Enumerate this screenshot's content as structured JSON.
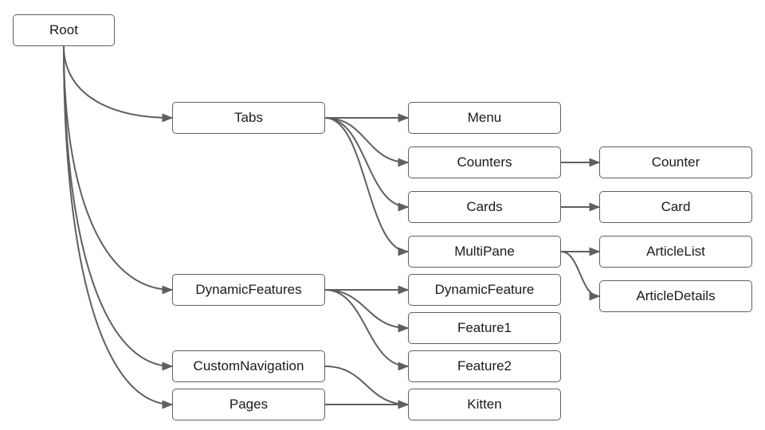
{
  "nodes": {
    "root": "Root",
    "tabs": "Tabs",
    "dynamic_features": "DynamicFeatures",
    "custom_navigation": "CustomNavigation",
    "pages": "Pages",
    "menu": "Menu",
    "counters": "Counters",
    "cards": "Cards",
    "multipane": "MultiPane",
    "dynamic_feature": "DynamicFeature",
    "feature1": "Feature1",
    "feature2": "Feature2",
    "kitten": "Kitten",
    "counter": "Counter",
    "card": "Card",
    "article_list": "ArticleList",
    "article_details": "ArticleDetails"
  },
  "edges": [
    [
      "root",
      "tabs"
    ],
    [
      "root",
      "dynamic_features"
    ],
    [
      "root",
      "custom_navigation"
    ],
    [
      "root",
      "pages"
    ],
    [
      "tabs",
      "menu"
    ],
    [
      "tabs",
      "counters"
    ],
    [
      "tabs",
      "cards"
    ],
    [
      "tabs",
      "multipane"
    ],
    [
      "dynamic_features",
      "dynamic_feature"
    ],
    [
      "dynamic_features",
      "feature1"
    ],
    [
      "dynamic_features",
      "feature2"
    ],
    [
      "custom_navigation",
      "kitten"
    ],
    [
      "pages",
      "kitten"
    ],
    [
      "counters",
      "counter"
    ],
    [
      "cards",
      "card"
    ],
    [
      "multipane",
      "article_list"
    ],
    [
      "multipane",
      "article_details"
    ]
  ],
  "colors": {
    "stroke": "#5f5f5f",
    "text": "#1a1a1a",
    "background": "#ffffff"
  }
}
